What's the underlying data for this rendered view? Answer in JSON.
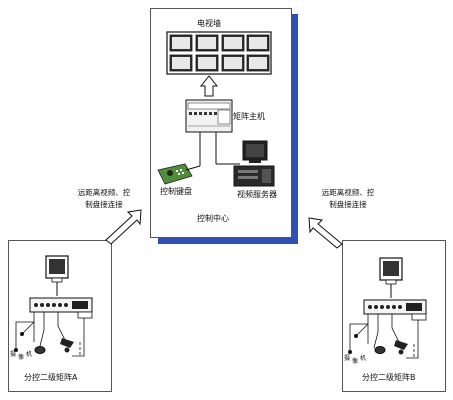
{
  "center": {
    "video_wall_label": "电视墙",
    "matrix_host_label": "矩阵主机",
    "keyboard_label": "控制键盘",
    "video_server_label": "视频服务器",
    "title": "控制中心"
  },
  "links": {
    "left": [
      "远距离视频、控",
      "制盘接连接"
    ],
    "right": [
      "远距离视频、控",
      "制盘接连接"
    ]
  },
  "sub_a": {
    "title": "分控二级矩阵A",
    "camera_labels": [
      "摄",
      "像",
      "机"
    ]
  },
  "sub_b": {
    "title": "分控二级矩阵B",
    "camera_labels": [
      "摄",
      "像",
      "机"
    ]
  },
  "colors": {
    "shadow": "#2f4fb3",
    "screen": "#222222",
    "keyboard": "#4f8f3a"
  }
}
